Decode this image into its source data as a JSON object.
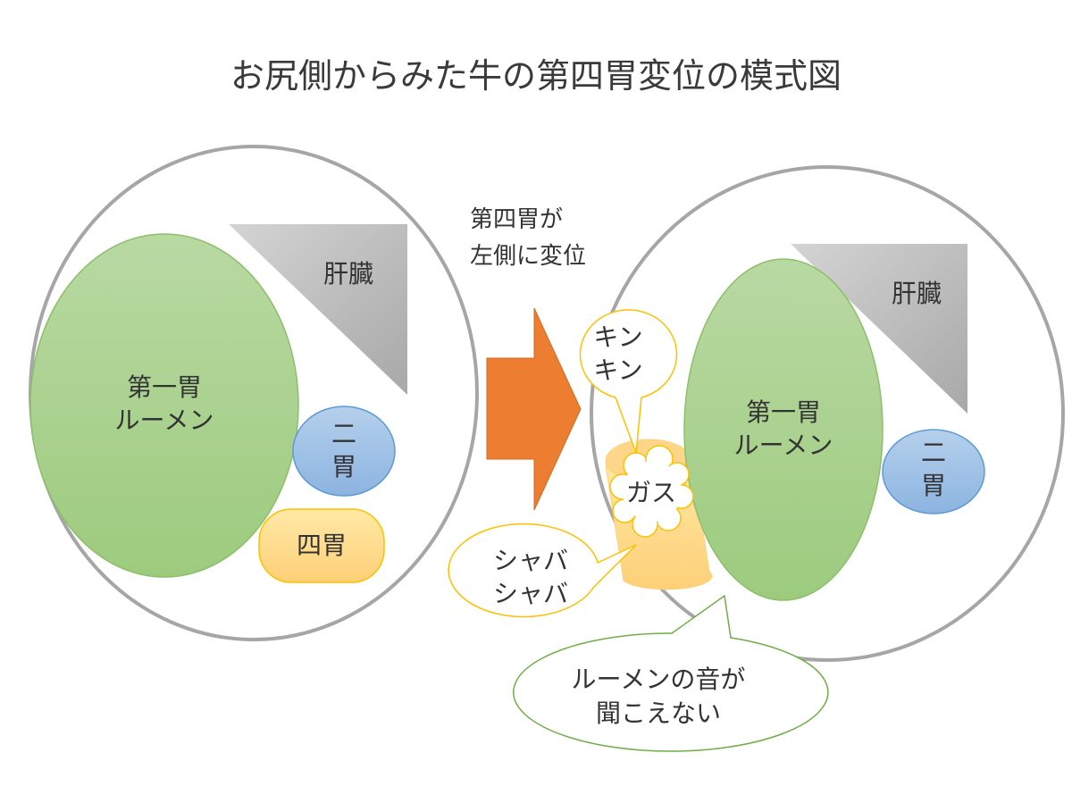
{
  "title": "お尻側からみた牛の第四胃変位の模式図",
  "left_panel": {
    "liver_label": "肝臓",
    "rumen_label_line1": "第一胃",
    "rumen_label_line2": "ルーメン",
    "second_stomach_line1": "二",
    "second_stomach_line2": "胃",
    "fourth_stomach_label": "四胃"
  },
  "arrow": {
    "caption_line1": "第四胃が",
    "caption_line2": "左側に変位"
  },
  "right_panel": {
    "liver_label": "肝臓",
    "rumen_label_line1": "第一胃",
    "rumen_label_line2": "ルーメン",
    "second_stomach_line1": "二",
    "second_stomach_line2": "胃",
    "gas_label": "ガス"
  },
  "callouts": {
    "ping_line1": "キン",
    "ping_line2": "キン",
    "splash_line1": "シャバ",
    "splash_line2": "シャバ",
    "rumen_sound_line1": "ルーメンの音が",
    "rumen_sound_line2": "聞こえない"
  },
  "colors": {
    "body_outline": "#a6a6a6",
    "rumen_fill": "#a9d18e",
    "rumen_stroke": "#70ad47",
    "liver_fill": "#bfbfbf",
    "second_stomach_fill": "#9dc3e6",
    "second_stomach_stroke": "#5b9bd5",
    "fourth_stomach_fill": "#ffd966",
    "fourth_stomach_stroke": "#ffc000",
    "arrow_fill": "#ed7d31",
    "callout_stroke_yellow": "#ffc000",
    "callout_stroke_green": "#70ad47"
  }
}
